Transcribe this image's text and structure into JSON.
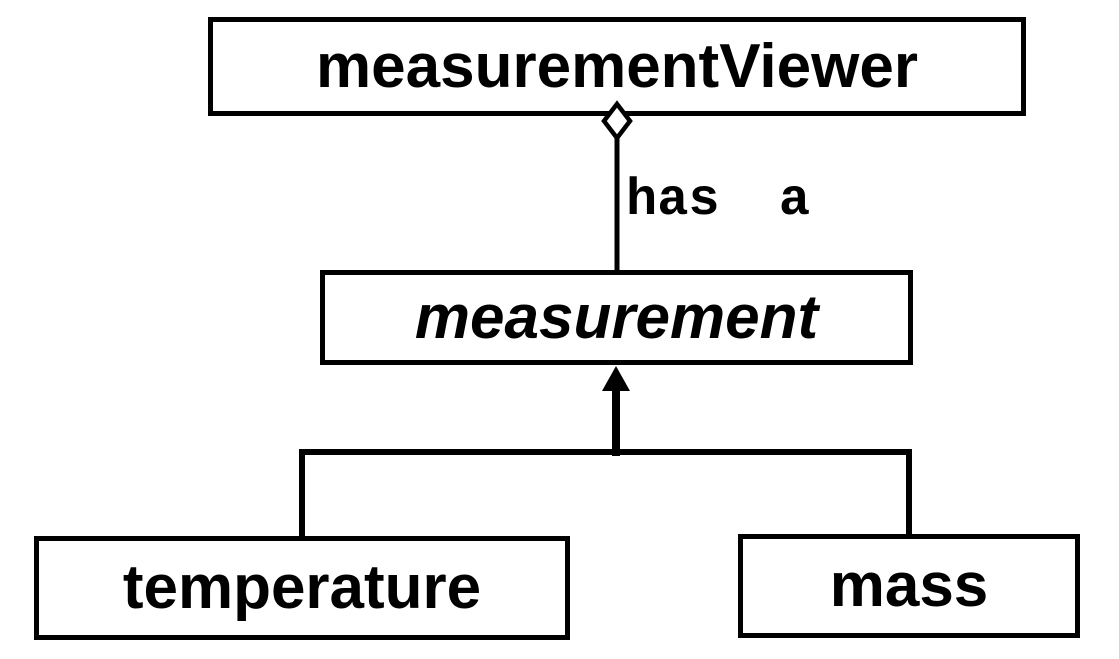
{
  "diagram": {
    "background_color": "#ffffff",
    "stroke_color": "#000000",
    "boxes": {
      "viewer": {
        "label": "measurementViewer",
        "text_style": "bold"
      },
      "measurement": {
        "label": "measurement",
        "text_style": "bold-italic"
      },
      "temperature": {
        "label": "temperature",
        "text_style": "bold"
      },
      "mass": {
        "label": "mass",
        "text_style": "bold"
      }
    },
    "edges": {
      "aggregation": {
        "label": "has a",
        "from": "measurementViewer",
        "to": "measurement",
        "marker": "open-diamond"
      },
      "inheritance": {
        "parent": "measurement",
        "children": [
          "temperature",
          "mass"
        ],
        "marker": "filled-triangle-arrow"
      }
    }
  }
}
